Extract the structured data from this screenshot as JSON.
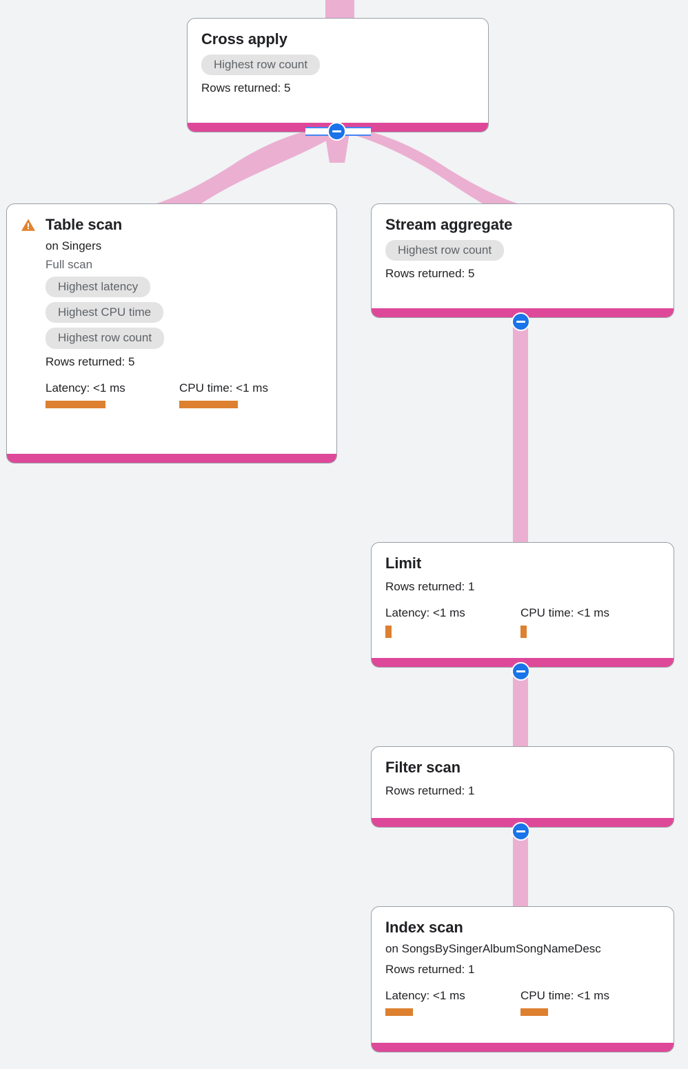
{
  "theme": {
    "background": "#F1F3F4",
    "card_background": "#FFFFFF",
    "card_border": "#9AA0A6",
    "footer_accent": "#DE4899",
    "edge_color": "#EBAFD2",
    "chip_background": "#E3E3E3",
    "chip_text": "#5F6368",
    "metric_bar": "#DD8030",
    "warning_icon": "#E08330",
    "collapse_button": "#1A73E8",
    "selection_outline": "#4285F4"
  },
  "labels": {
    "collapse": "Collapse",
    "warning": "Full table scan warning"
  },
  "nodes": {
    "cross_apply": {
      "title": "Cross apply",
      "chips": [
        "Highest row count"
      ],
      "rows_returned": "Rows returned: 5"
    },
    "table_scan": {
      "title": "Table scan",
      "target": "on Singers",
      "scan_type": "Full scan",
      "chips": [
        "Highest latency",
        "Highest CPU time",
        "Highest row count"
      ],
      "rows_returned": "Rows returned: 5",
      "latency_label": "Latency: <1 ms",
      "cpu_label": "CPU time: <1 ms"
    },
    "stream_aggregate": {
      "title": "Stream aggregate",
      "chips": [
        "Highest row count"
      ],
      "rows_returned": "Rows returned: 5"
    },
    "limit": {
      "title": "Limit",
      "rows_returned": "Rows returned: 1",
      "latency_label": "Latency: <1 ms",
      "cpu_label": "CPU time: <1 ms"
    },
    "filter_scan": {
      "title": "Filter scan",
      "rows_returned": "Rows returned: 1"
    },
    "index_scan": {
      "title": "Index scan",
      "target": "on SongsBySingerAlbumSongNameDesc",
      "rows_returned": "Rows returned: 1",
      "latency_label": "Latency: <1 ms",
      "cpu_label": "CPU time: <1 ms"
    }
  }
}
